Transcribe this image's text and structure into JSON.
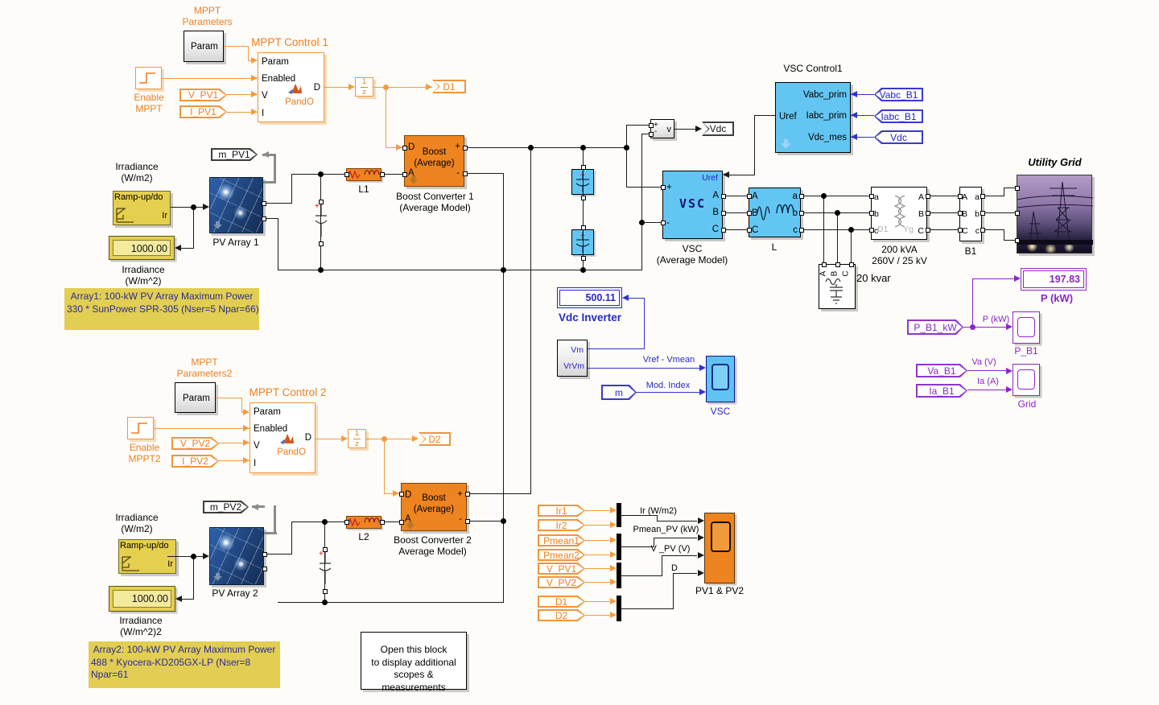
{
  "mppt1": {
    "params_1": "MPPT",
    "params_2": "Parameters",
    "param_block": "Param",
    "title": "MPPT Control 1",
    "port_param": "Param",
    "port_enabled": "Enabled",
    "port_v": "V",
    "port_i": "I",
    "port_d": "D",
    "algo": "PandO",
    "enable_1": "Enable",
    "enable_2": "MPPT",
    "from_v": "V_PV1",
    "from_i": "I_PV1",
    "delay_num": "1",
    "delay_den": "z",
    "goto_d": "D1"
  },
  "mppt2": {
    "params_1": "MPPT",
    "params_2": "Parameters2",
    "param_block": "Param",
    "title": "MPPT Control 2",
    "port_param": "Param",
    "port_enabled": "Enabled",
    "port_v": "V",
    "port_i": "I",
    "port_d": "D",
    "algo": "PandO",
    "enable_1": "Enable",
    "enable_2": "MPPT2",
    "from_v": "V_PV2",
    "from_i": "I_PV2",
    "delay_num": "1",
    "delay_den": "z",
    "goto_d": "D2"
  },
  "pv1": {
    "irr_1": "Irradiance",
    "irr_2": "(W/m2)",
    "ramp_text": "Ramp-up/do",
    "ramp_port": "Ir",
    "m_tag": "m_PV1",
    "name": "PV Array 1",
    "display_value": "1000.00",
    "display_1": "Irradiance",
    "display_2": "(W/m^2)",
    "l_label": "L1"
  },
  "pv2": {
    "irr_1": "Irradiance",
    "irr_2": "(W/m2)",
    "ramp_text": "Ramp-up/do",
    "ramp_port": "Ir",
    "m_tag": "m_PV2",
    "name": "PV Array 2",
    "display_value": "1000.00",
    "display_1": "Irradiance",
    "display_2": "(W/m^2)2",
    "l_label": "L2"
  },
  "boost1": {
    "icon_1": "Boost",
    "icon_2": "(Average)",
    "port_d": "D",
    "port_a": "A",
    "port_p": "+",
    "port_m": "-",
    "label_1": "Boost Converter 1",
    "label_2": "(Average Model)"
  },
  "boost2": {
    "icon_1": "Boost",
    "icon_2": "(Average)",
    "port_d": "D",
    "port_a": "A",
    "port_p": "+",
    "port_m": "-",
    "label_1": "Boost Converter 2",
    "label_2": "Average Model)"
  },
  "vmeter": {
    "plus": "+",
    "minus": "-",
    "v": "v",
    "goto": "Vdc"
  },
  "vsc_ctrl": {
    "title": "VSC Control1",
    "uref": "Uref",
    "in_v": "Vabc_prim",
    "in_i": "Iabc_prim",
    "in_vdc": "Vdc_mes",
    "from_v": "Vabc_B1",
    "from_i": "Iabc_B1",
    "from_vdc": "Vdc"
  },
  "vsc": {
    "name": "VSC",
    "uref": "Uref",
    "a": "A",
    "b": "B",
    "c": "C",
    "plus": "+",
    "minus": "-",
    "label_1": "VSC",
    "label_2": "(Average Model)"
  },
  "l3": {
    "a": "A",
    "b": "B",
    "c": "C",
    "a2": "a",
    "b2": "b",
    "c2": "c",
    "label": "L"
  },
  "xfmr": {
    "a": "a",
    "b": "b",
    "c": "c",
    "ua": "A",
    "ub": "B",
    "uc": "C",
    "d1": "D1",
    "yg": "Yg",
    "label_1": "200 kVA",
    "label_2": "260V / 25 kV"
  },
  "b1": {
    "ua": "A",
    "ub": "B",
    "uc": "C",
    "a": "a",
    "b": "b",
    "c": "c",
    "label": "B1"
  },
  "grid": {
    "label": "Utility Grid"
  },
  "kvar": {
    "a": "A",
    "b": "B",
    "c": "C",
    "label": "20 kvar"
  },
  "pmeas": {
    "from": "P_B1_kW",
    "wire": "P (kW)",
    "display_value": "197.83",
    "display_label": "P (kW)",
    "scope": "P_B1",
    "va_from": "Va_B1",
    "ia_from": "Ia_B1",
    "va_wire": "Va (V)",
    "ia_wire": "Ia (A)",
    "grid_scope": "Grid"
  },
  "inv": {
    "display_value": "500.11",
    "display_label": "Vdc Inverter",
    "vm": "Vm",
    "vrvm": "VrVm",
    "wire_v": "Vref - Vmean",
    "m_tag": "m",
    "wire_m": "Mod. Index",
    "scope": "VSC"
  },
  "pvscope": {
    "tags": [
      "Ir1",
      "Ir2",
      "Pmean1",
      "Pmean2",
      "V_PV1",
      "V_PV2",
      "D1",
      "D2"
    ],
    "wire_1": "Ir (W/m2)",
    "wire_2": "Pmean_PV (kW)",
    "wire_3": "V _PV (V)",
    "wire_4": "D",
    "label": "PV1 & PV2"
  },
  "ann1": {
    "line_1": "Array1: 100-kW  PV Array Maximum Power",
    "line_2": "330 * SunPower SPR-305  (Nser=5 Npar=66)"
  },
  "ann2": {
    "line_1": "Array2: 100-kW  PV Array Maximum Power",
    "line_2": "488 * Kyocera-KD205GX-LP    (Nser=8 Npar=61"
  },
  "note": {
    "line_1": "Open this block",
    "line_2": "to display additional",
    "line_3": "scopes & measurements"
  },
  "colors": {
    "orange": "#EE8420",
    "blue": "#2828C8",
    "light_blue": "#63C6F2",
    "purple": "#8C26C8",
    "yellow": "#E5CF4E"
  }
}
